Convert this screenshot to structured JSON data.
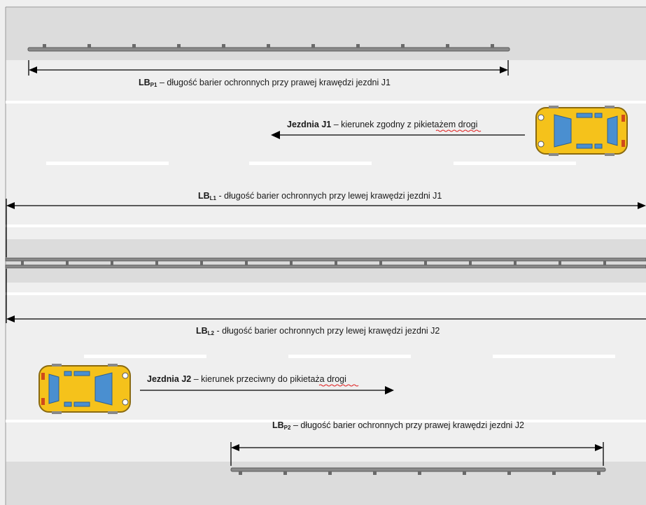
{
  "labels": {
    "lbp1": {
      "code": "LB",
      "sub": "P1",
      "text": " – długość barier ochronnych przy prawej krawędzi jezdni J1"
    },
    "lbl1": {
      "code": "LB",
      "sub": "L1",
      "text": " - długość barier ochronnych przy lewej krawędzi jezdni J1"
    },
    "lbl2": {
      "code": "LB",
      "sub": "L2",
      "text": " - długość barier ochronnych przy lewej krawędzi jezdni J2"
    },
    "lbp2": {
      "code": "LB",
      "sub": "P2",
      "text": " – długość barier ochronnych przy prawej krawędzi jezdni J2"
    }
  },
  "roadways": {
    "j1": {
      "name": "Jezdnia J1",
      "pre": " – kierunek zgodny z ",
      "underlined": "pikietażem",
      "post": " drogi"
    },
    "j2": {
      "name": "Jezdnia J2",
      "pre": " – kierunek przeciwny do ",
      "underlined": "pikietaża",
      "post": " drogi"
    }
  },
  "colors": {
    "road": "#efefef",
    "shoulder": "#dcdcdc",
    "lane_marking": "#ffffff",
    "barrier": "#8a8a8a",
    "arrow": "#000000",
    "car_body": "#f5c21b",
    "car_outline": "#8a6a10",
    "car_window": "#4a8fd0",
    "spellcheck_underline": "#e02020"
  },
  "icons": [
    "car-icon",
    "arrow-icon",
    "guardrail-icon"
  ]
}
